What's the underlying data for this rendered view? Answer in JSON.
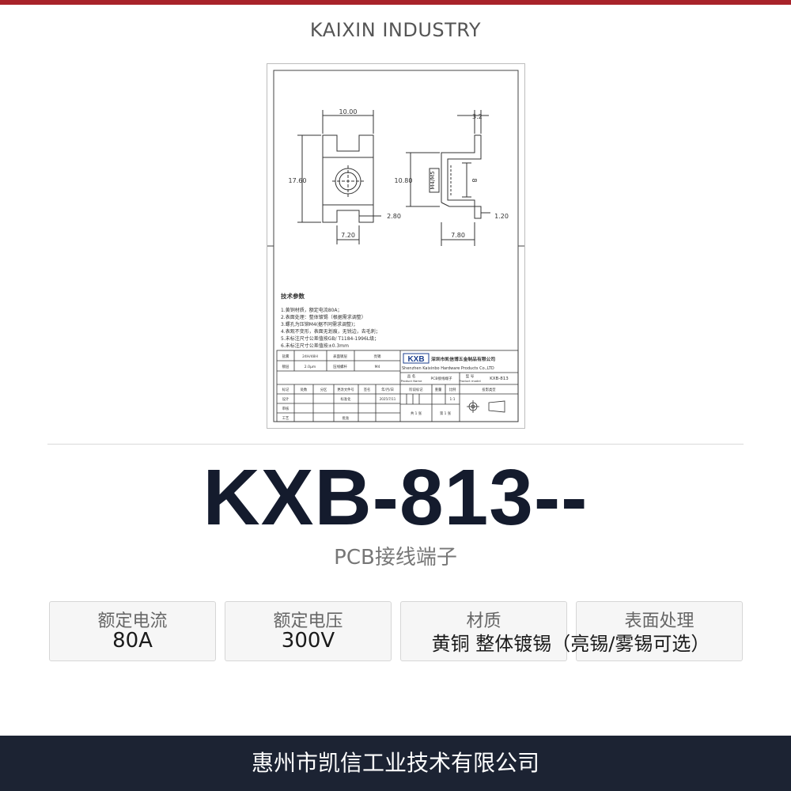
{
  "brand": "KAIXIN INDUSTRY",
  "drawing": {
    "dims": {
      "top_width": "10.00",
      "height": "17.60",
      "foot_gap": "2.80",
      "bottom_width": "7.20",
      "thickness": "3.2",
      "side_height": "10.80",
      "screw": "M4/M5",
      "slot": "8",
      "lip": "1.20",
      "side_width": "7.80"
    },
    "tech_title": "技术参数",
    "tech_lines": [
      "1.黄铜材质，额定电流80A；",
      "2.表面处理：整体镀锡（根据需求调整）",
      "3.螺孔为压铆M4(据不同需求调整)；",
      "4.表观不变形，表面无划痕，无锐边，去毛刺；",
      "5.未标注尺寸公差值按GB/ T1184-1996L级；",
      "6.未标注尺寸公差值按±0.3mm"
    ],
    "title_block": {
      "logo": "KXB",
      "company_cn": "深圳市凯信博五金制品有限公司",
      "company_en": "Shenzhen Kaixinbo Hardware Products Co.,LTD",
      "r1": [
        "盐雾",
        "24H/48H",
        "表面镀层",
        "亮锡"
      ],
      "r2": [
        "镀层",
        "2.0μm",
        "压线螺杆",
        "M4"
      ],
      "product_name_label": "品 名",
      "product_name_label_en": "Product Name",
      "product_name": "PCB接线端子",
      "model_label": "型 号",
      "model_label_en": "Product model",
      "model": "KXB-813",
      "r3": [
        "标记",
        "处数",
        "分区",
        "更改文件号",
        "签名",
        "年/月/日",
        "阶段标记",
        "重量",
        "比例",
        "投影类型"
      ],
      "design": "设计",
      "standard": "标准化",
      "date": "2025/7/11",
      "scale": "1:1",
      "review": "审核",
      "process": "工艺",
      "approve": "批准",
      "sheets_total": "共 1 张",
      "sheet_no": "第 1 张"
    }
  },
  "product": {
    "model": "KXB-813--",
    "subtitle": "PCB接线端子"
  },
  "specs": [
    {
      "label": "额定电流",
      "value": "80A"
    },
    {
      "label": "额定电压",
      "value": "300V"
    },
    {
      "label": "材质",
      "value": "黄铜 整体镀锡（亮锡/雾锡可选）"
    },
    {
      "label": "表面处理",
      "value": ""
    }
  ],
  "footer": "惠州市凯信工业技术有限公司",
  "colors": {
    "accent": "#a8232a",
    "footer_bg": "#1c2333",
    "model_text": "#141b2d"
  }
}
